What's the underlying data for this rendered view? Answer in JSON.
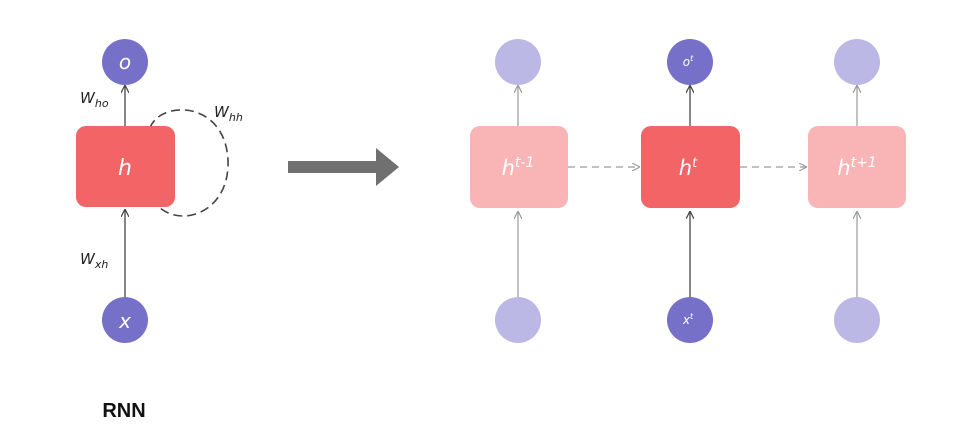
{
  "rolled": {
    "output_label": "o",
    "hidden_label": "h",
    "input_label": "x",
    "w_ho": {
      "base": "W",
      "sub": "ho"
    },
    "w_hh": {
      "base": "W",
      "sub": "hh"
    },
    "w_xh": {
      "base": "W",
      "sub": "xh"
    },
    "caption": "RNN"
  },
  "unrolled": {
    "steps": [
      {
        "hidden_base": "h",
        "hidden_sup": "t-1",
        "output_base": "",
        "output_sup": "",
        "input_base": "",
        "input_sup": ""
      },
      {
        "hidden_base": "h",
        "hidden_sup": "t",
        "output_base": "o",
        "output_sup": "t",
        "input_base": "x",
        "input_sup": "t"
      },
      {
        "hidden_base": "h",
        "hidden_sup": "t+1",
        "output_base": "",
        "output_sup": "",
        "input_base": "",
        "input_sup": ""
      }
    ]
  },
  "colors": {
    "circle_active": "#7670c8",
    "circle_faded": "#bcb8e6",
    "box_active": "#f26466",
    "box_faded": "#f9b5b6",
    "arrow_gray": "#707070",
    "line_dark": "#555555",
    "line_light": "#9a9a9a"
  }
}
